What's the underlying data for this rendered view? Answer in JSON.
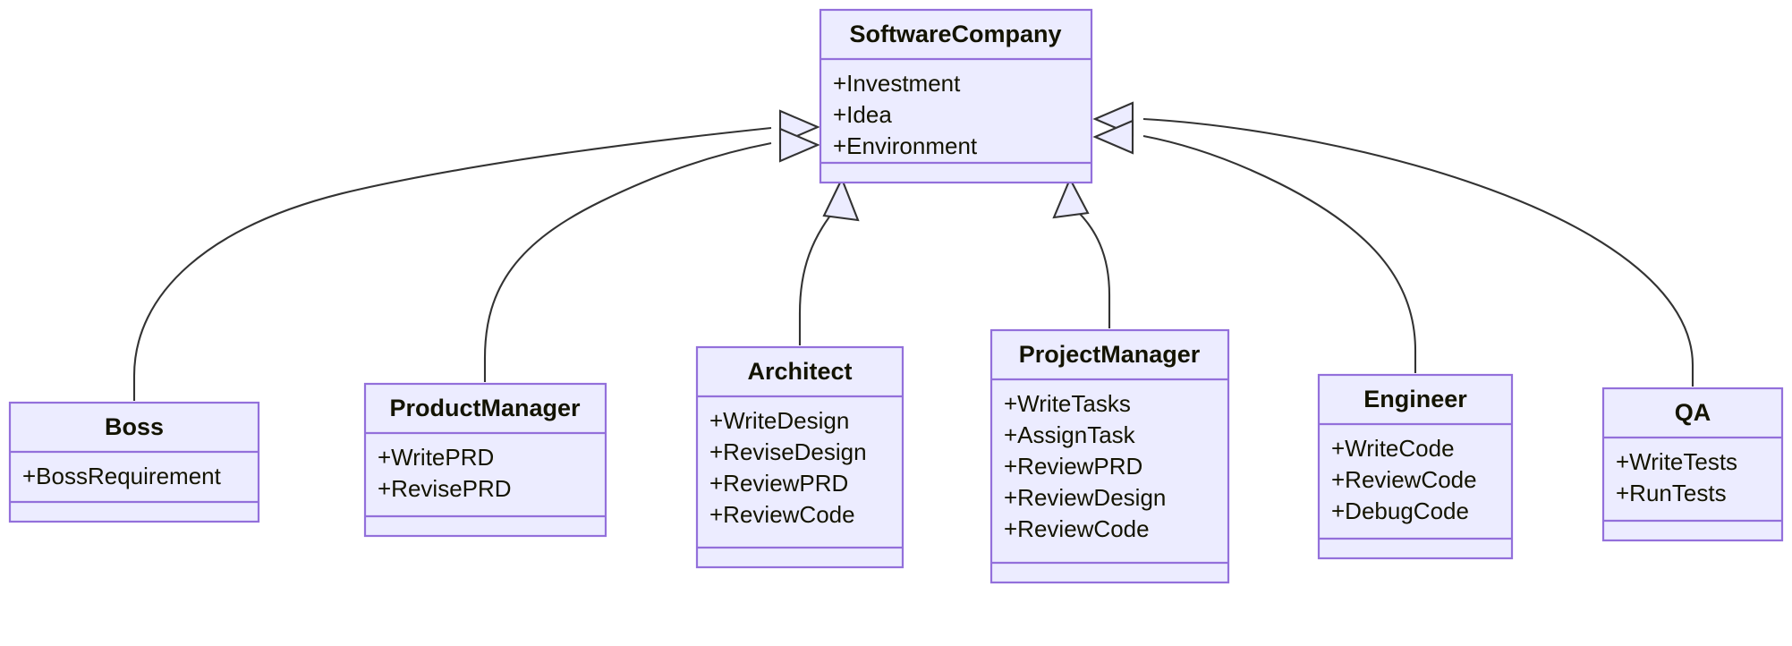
{
  "diagram": {
    "type": "uml-class-diagram",
    "title": "",
    "colors": {
      "node_fill": "#ececff",
      "node_border": "#9370db",
      "edge_stroke": "#333333",
      "text": "#131300",
      "background": "#ffffff"
    },
    "relationship_type": "inheritance",
    "parent": "SoftwareCompany",
    "classes": [
      {
        "id": "softwarecompany",
        "name": "SoftwareCompany",
        "attributes": [
          "+Investment",
          "+Idea",
          "+Environment"
        ],
        "methods": []
      },
      {
        "id": "boss",
        "name": "Boss",
        "attributes": [
          "+BossRequirement"
        ],
        "methods": []
      },
      {
        "id": "productmanager",
        "name": "ProductManager",
        "attributes": [
          "+WritePRD",
          "+RevisePRD"
        ],
        "methods": []
      },
      {
        "id": "architect",
        "name": "Architect",
        "attributes": [
          "+WriteDesign",
          "+ReviseDesign",
          "+ReviewPRD",
          "+ReviewCode"
        ],
        "methods": []
      },
      {
        "id": "projectmanager",
        "name": "ProjectManager",
        "attributes": [
          "+WriteTasks",
          "+AssignTask",
          "+ReviewPRD",
          "+ReviewDesign",
          "+ReviewCode"
        ],
        "methods": []
      },
      {
        "id": "engineer",
        "name": "Engineer",
        "attributes": [
          "+WriteCode",
          "+ReviewCode",
          "+DebugCode"
        ],
        "methods": []
      },
      {
        "id": "qa",
        "name": "QA",
        "attributes": [
          "+WriteTests",
          "+RunTests"
        ],
        "methods": []
      }
    ],
    "relationships": [
      {
        "from": "Boss",
        "to": "SoftwareCompany",
        "kind": "inheritance"
      },
      {
        "from": "ProductManager",
        "to": "SoftwareCompany",
        "kind": "inheritance"
      },
      {
        "from": "Architect",
        "to": "SoftwareCompany",
        "kind": "inheritance"
      },
      {
        "from": "ProjectManager",
        "to": "SoftwareCompany",
        "kind": "inheritance"
      },
      {
        "from": "Engineer",
        "to": "SoftwareCompany",
        "kind": "inheritance"
      },
      {
        "from": "QA",
        "to": "SoftwareCompany",
        "kind": "inheritance"
      }
    ]
  }
}
